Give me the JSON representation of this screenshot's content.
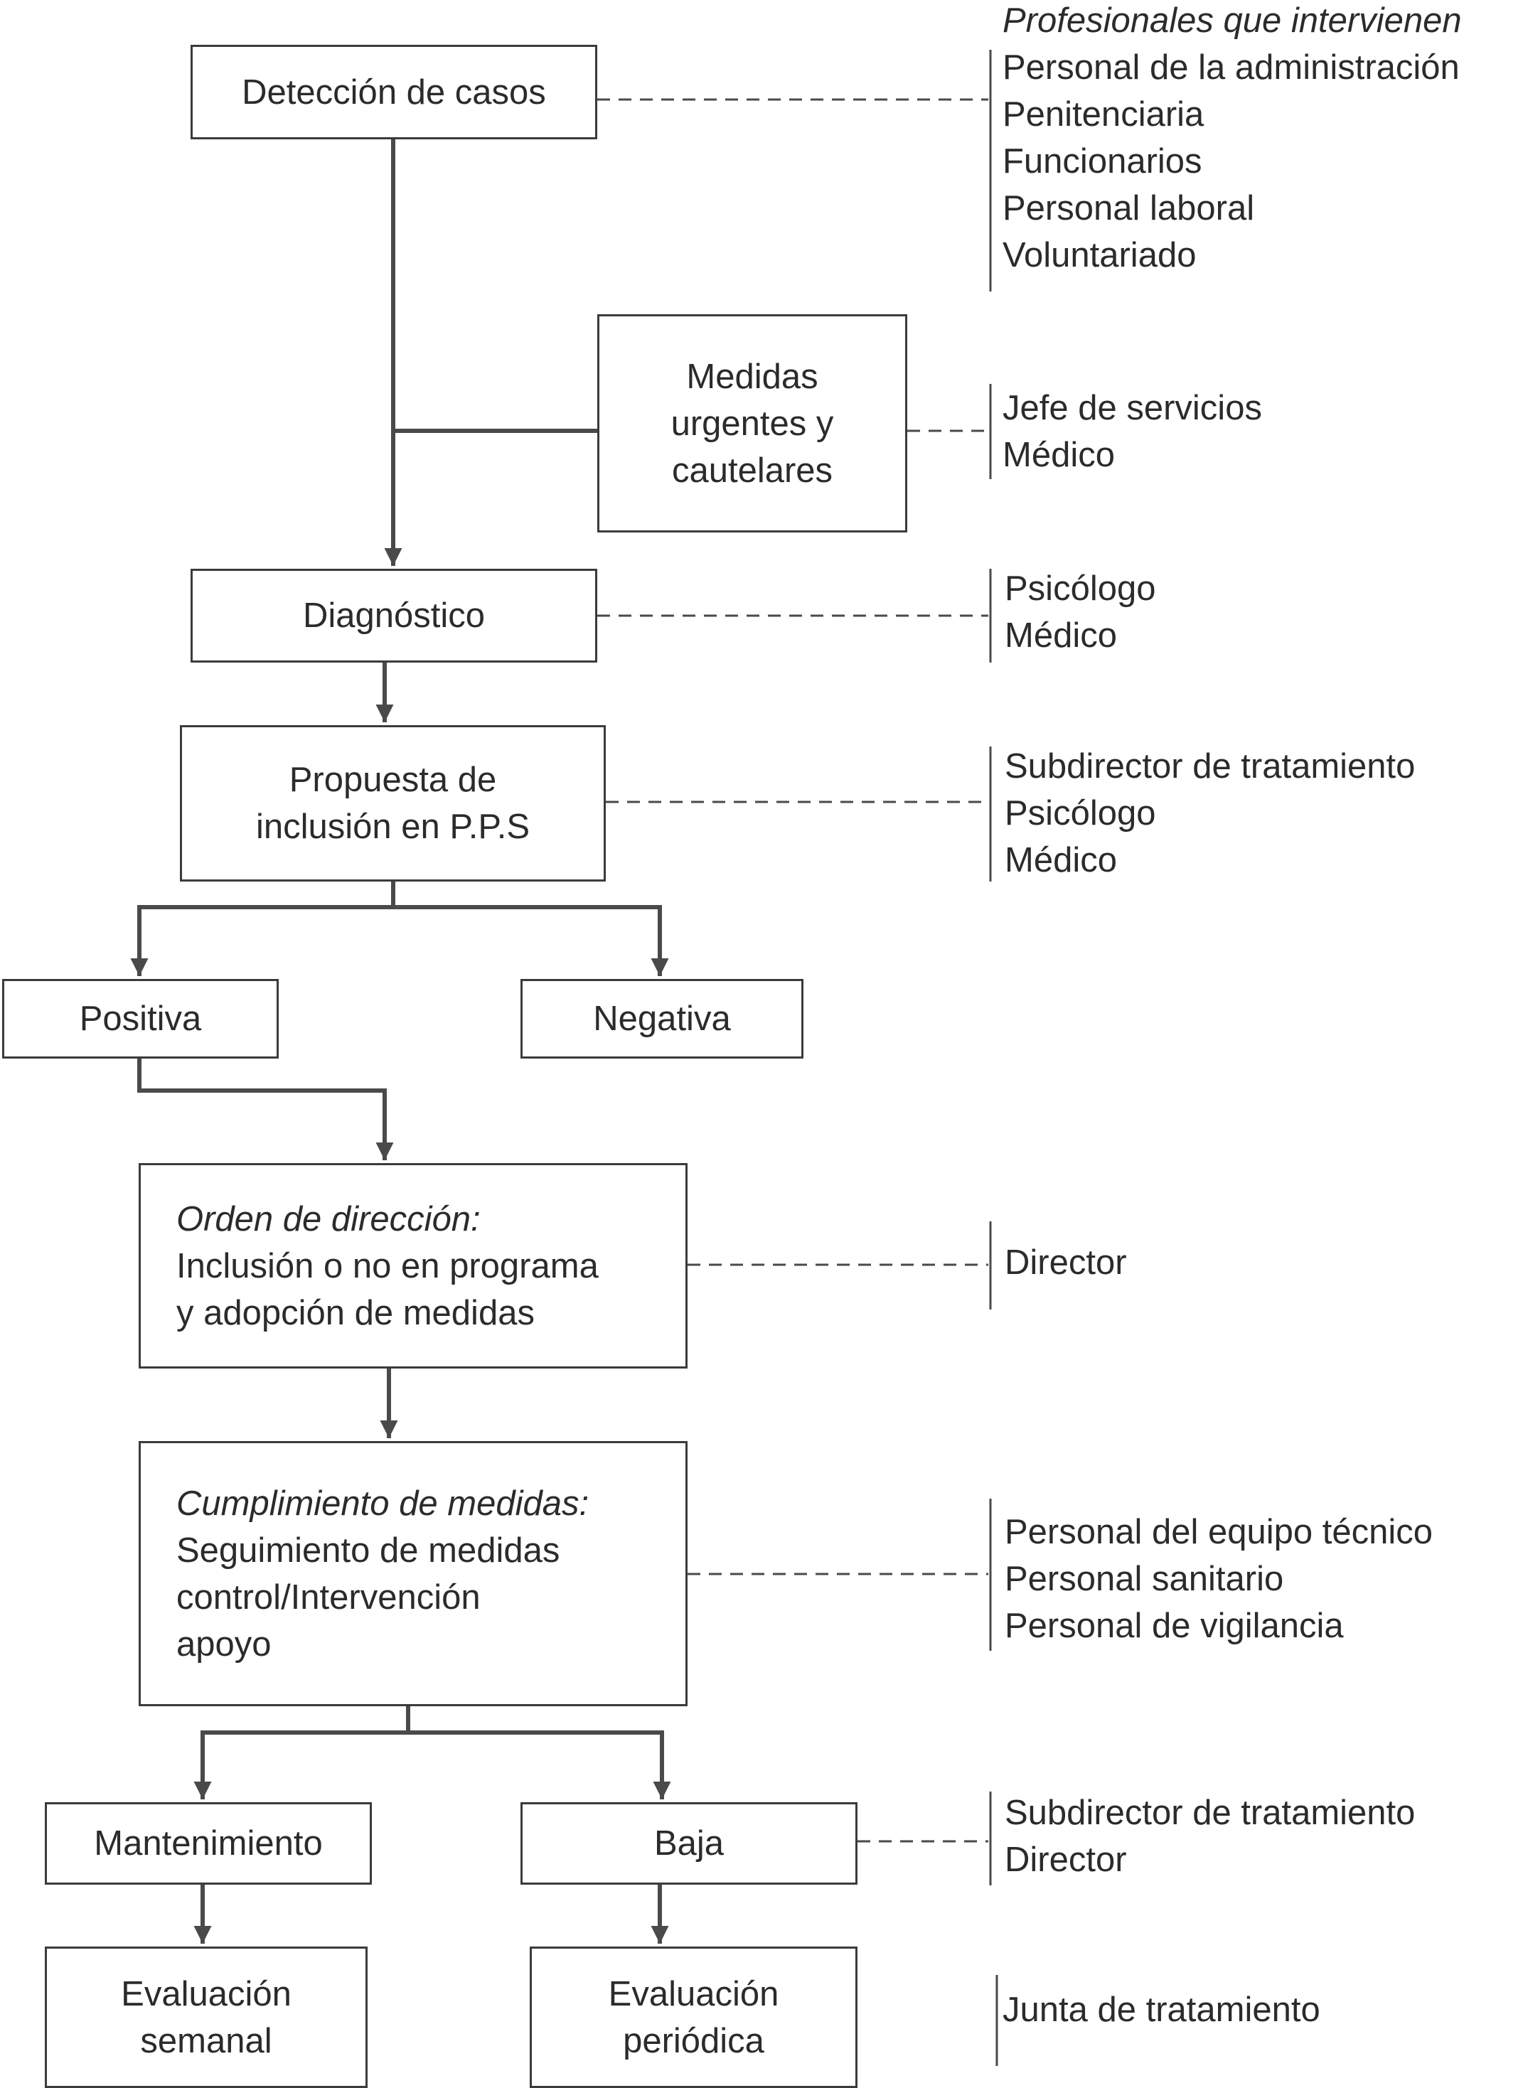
{
  "header": "Profesionales que intervienen",
  "steps": {
    "deteccion": [
      "Detección de casos"
    ],
    "medidas_urgentes": [
      "Medidas",
      "urgentes y",
      "cautelares"
    ],
    "diagnostico": [
      "Diagnóstico"
    ],
    "propuesta": [
      "Propuesta de",
      "inclusión en P.P.S"
    ],
    "positiva": [
      "Positiva"
    ],
    "negativa": [
      "Negativa"
    ],
    "orden": {
      "heading": "Orden de dirección:",
      "lines": [
        "Inclusión o no en programa",
        "y adopción de medidas"
      ]
    },
    "cumplimiento": {
      "heading": "Cumplimiento de medidas:",
      "lines": [
        "Seguimiento de medidas",
        "control/Intervención",
        "apoyo"
      ]
    },
    "mantenimiento": [
      "Mantenimiento"
    ],
    "baja": [
      "Baja"
    ],
    "eval_semanal": [
      "Evaluación",
      "semanal"
    ],
    "eval_periodica": [
      "Evaluación",
      "periódica"
    ]
  },
  "professionals": {
    "deteccion": [
      "Personal de la administración",
      "Penitenciaria",
      "Funcionarios",
      "Personal laboral",
      "Voluntariado"
    ],
    "medidas_urgentes": [
      "Jefe de servicios",
      "Médico"
    ],
    "diagnostico": [
      "Psicólogo",
      "Médico"
    ],
    "propuesta": [
      "Subdirector de tratamiento",
      "Psicólogo",
      "Médico"
    ],
    "orden": [
      "Director"
    ],
    "cumplimiento": [
      "Personal del equipo técnico",
      "Personal sanitario",
      "Personal de vigilancia"
    ],
    "baja": [
      "Subdirector de tratamiento",
      "Director"
    ],
    "evaluacion": [
      "Junta de tratamiento"
    ]
  },
  "colors": {
    "line": "#4a4a4a",
    "text": "#2b2b2b",
    "background": "#ffffff"
  }
}
